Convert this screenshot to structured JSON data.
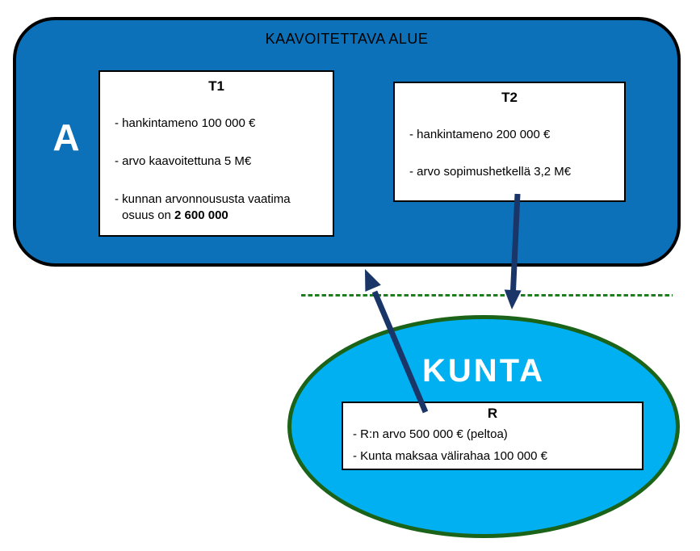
{
  "colors": {
    "area_fill": "#0C71B8",
    "ellipse_fill": "#00B0F0",
    "ellipse_border": "#1B6318",
    "dashed_line": "#1E7D1E",
    "arrow": "#1A3568"
  },
  "area": {
    "title": "KAAVOITETTAVA ALUE",
    "label": "A"
  },
  "boxes": {
    "t1": {
      "title": "T1",
      "line1": "- hankintameno 100 000 €",
      "line2": "- arvo kaavoitettuna 5 M€",
      "line3a": "- kunnan arvonnoususta vaatima",
      "line3b_text": "osuus on ",
      "line3b_bold": "2 600 000"
    },
    "t2": {
      "title": "T2",
      "line1": "- hankintameno 200 000 €",
      "line2": "- arvo sopimushetkellä 3,2 M€"
    },
    "r": {
      "title": "R",
      "line1": "- R:n arvo 500 000 € (peltoa)",
      "line2": "- Kunta maksaa välirahaa 100 000 €"
    }
  },
  "ellipse": {
    "title": "KUNTA"
  }
}
